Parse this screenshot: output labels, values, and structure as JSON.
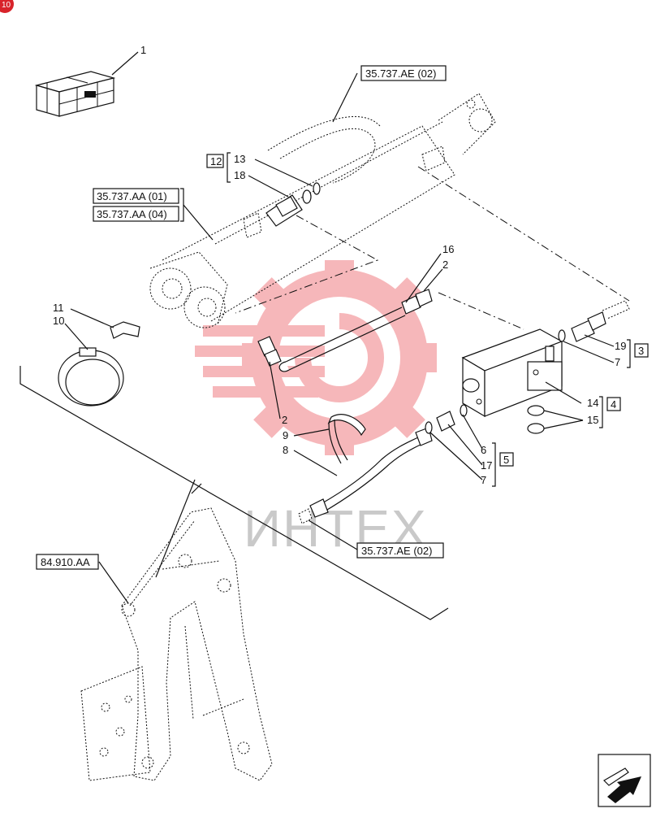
{
  "badge": "10",
  "watermark": "ИНТЕХ",
  "ref_boxes": {
    "ae_top": "35.737.AE (02)",
    "aa_01": "35.737.AA (01)",
    "aa_04": "35.737.AA (04)",
    "ae_bottom": "35.737.AE (02)",
    "aa_910": "84.910.AA"
  },
  "group_boxes": {
    "g12": "12",
    "g3": "3",
    "g4": "4",
    "g5": "5"
  },
  "callouts": {
    "n1": "1",
    "n13": "13",
    "n18": "18",
    "n16": "16",
    "n2a": "2",
    "n2b": "2",
    "n11": "11",
    "n10": "10",
    "n9": "9",
    "n8": "8",
    "n19": "19",
    "n7a": "7",
    "n14": "14",
    "n15": "15",
    "n6": "6",
    "n17": "17",
    "n7b": "7"
  },
  "colors": {
    "watermark_red": "#e8343c",
    "line": "#111111"
  },
  "icons": [
    "kit-crate-icon",
    "navigation-arrow-icon"
  ]
}
